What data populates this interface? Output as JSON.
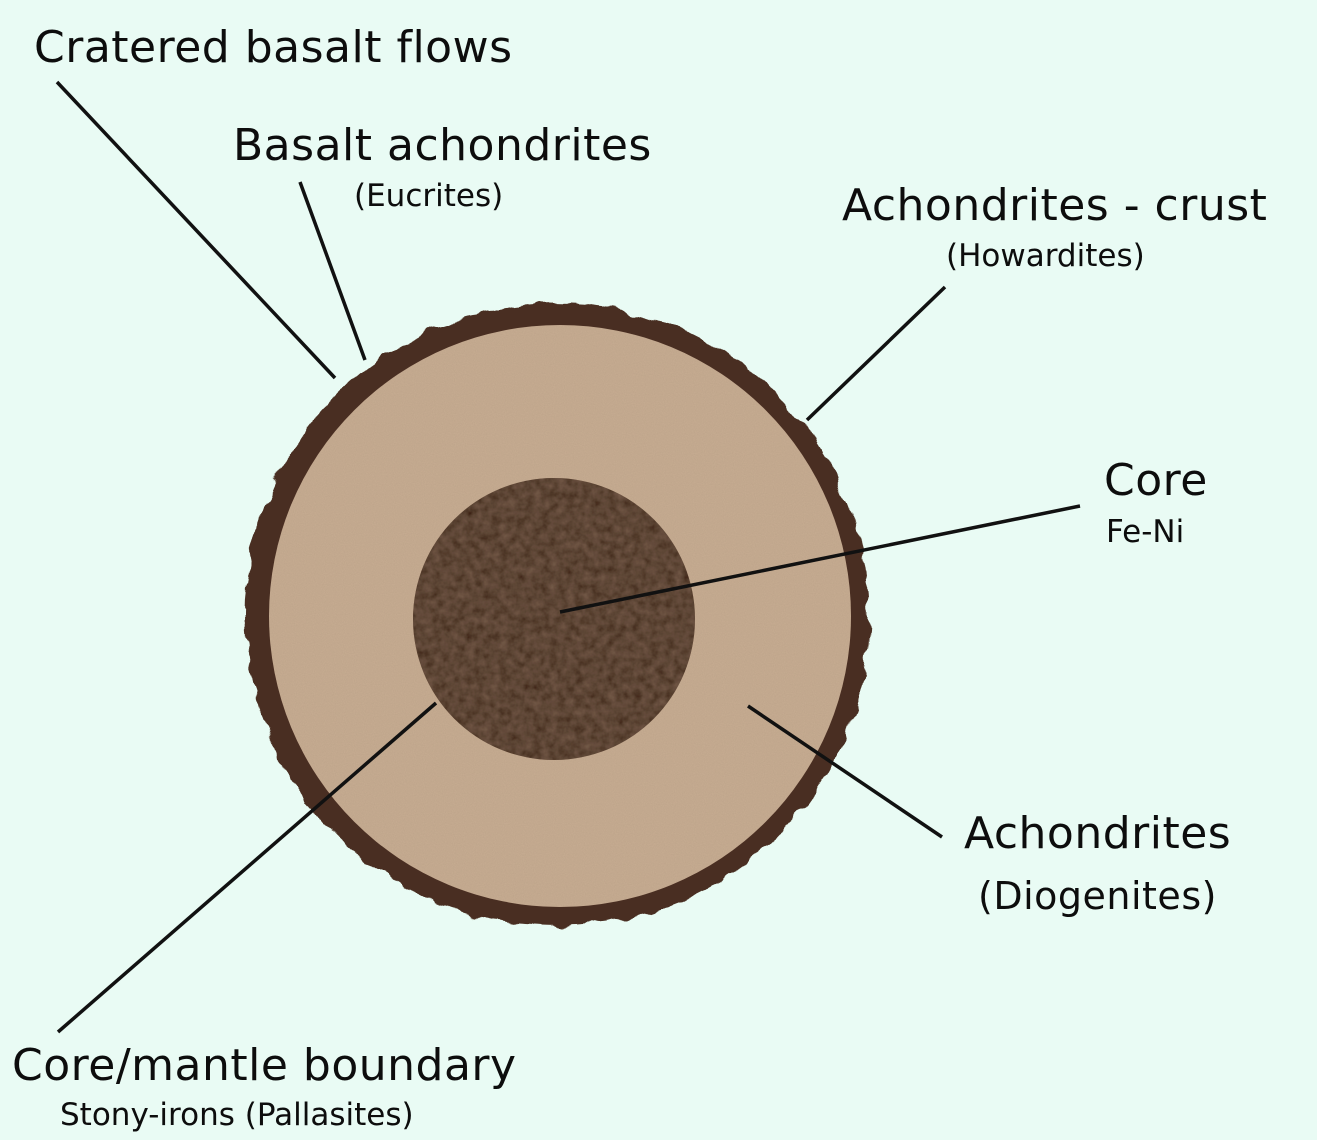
{
  "labels": {
    "cratered_basalt_flows": "Cratered basalt flows",
    "basalt_achondrites": "Basalt achondrites",
    "eucrites": "(Eucrites)",
    "achondrites_crust": "Achondrites - crust",
    "howardites": "(Howardites)",
    "core": "Core",
    "fe_ni": "Fe-Ni",
    "achondrites": "Achondrites",
    "diogenites": "(Diogenites)",
    "core_mantle_boundary": "Core/mantle boundary",
    "pallasites": "Stony-irons (Pallasites)"
  },
  "colors": {
    "background": "#e9fbf4",
    "crust": "#4a2f22",
    "mantle": "#c8ad93",
    "core": "#3a2216",
    "leader_line": "#111111"
  }
}
